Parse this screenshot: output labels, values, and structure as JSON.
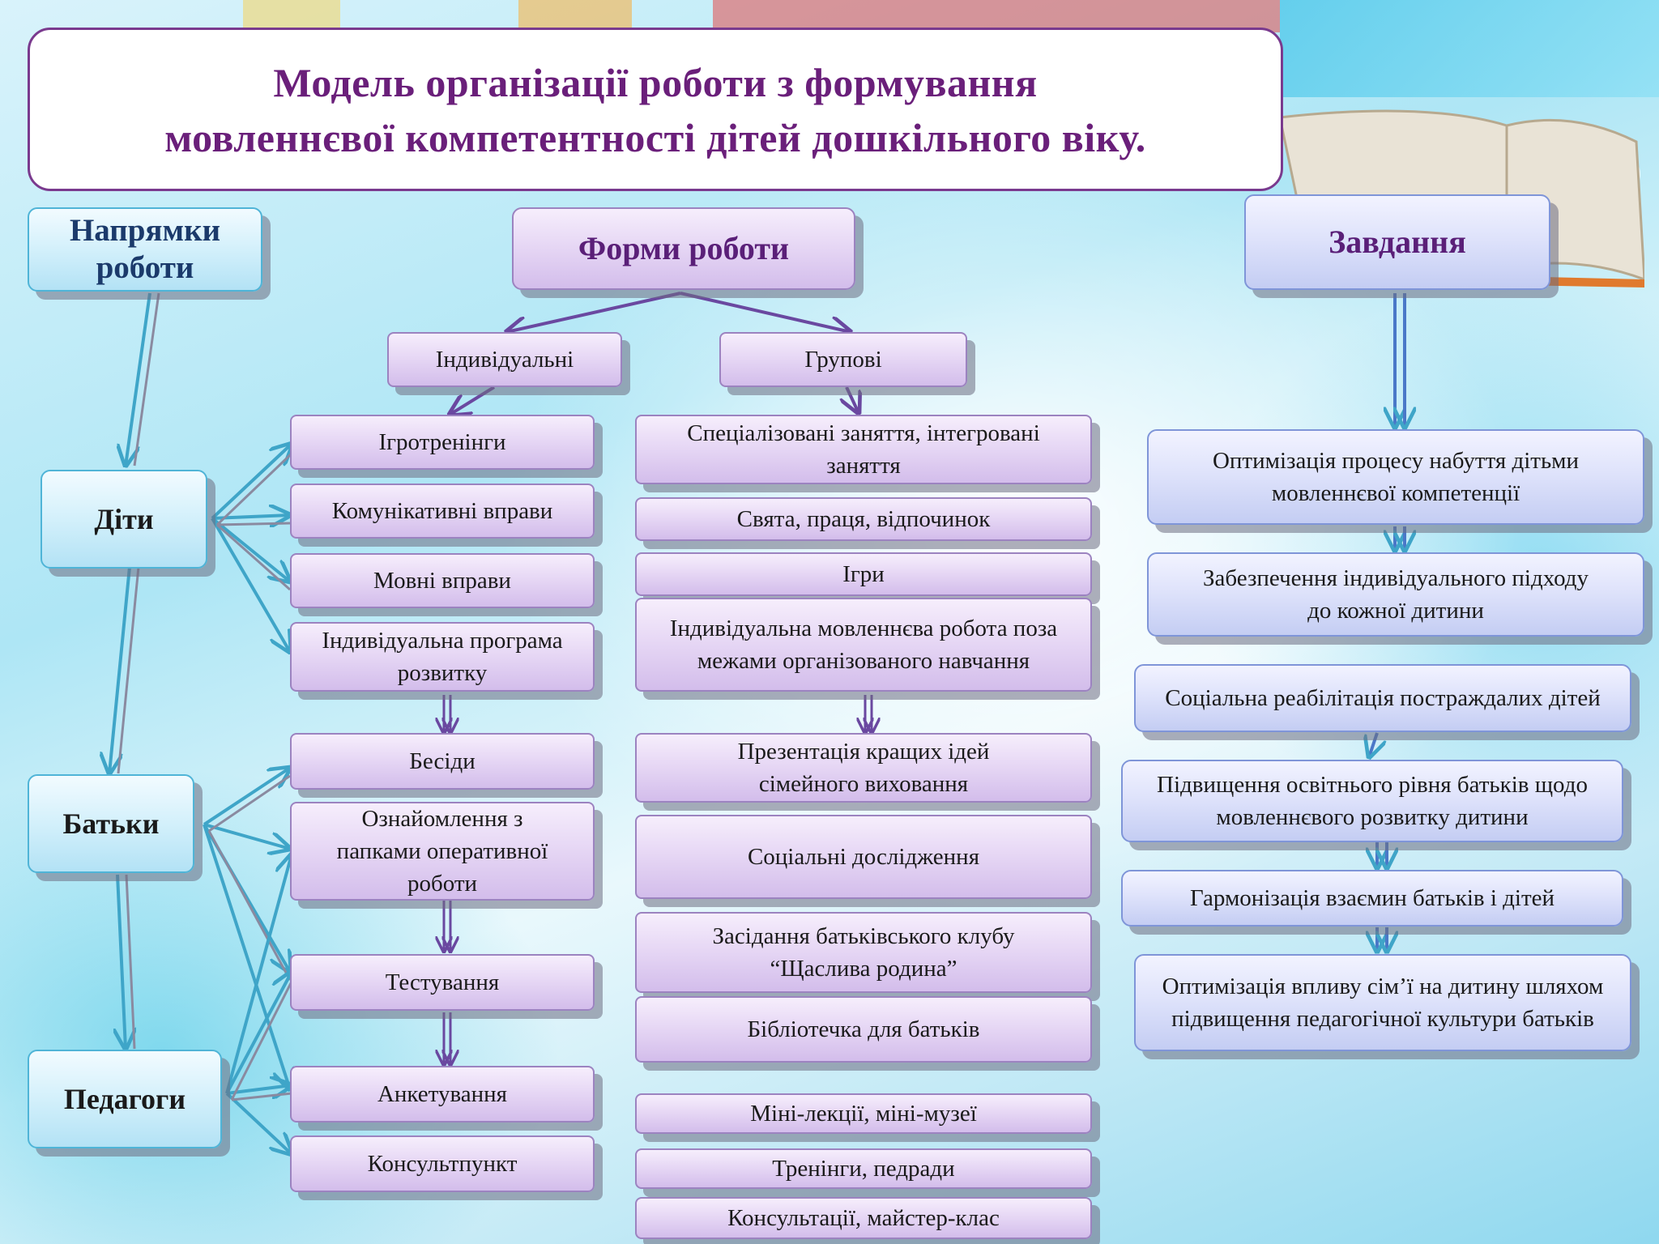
{
  "title": {
    "line1": "Модель організації роботи з формування",
    "line2": "мовленнєвої компетентності дітей дошкільного віку."
  },
  "headers": {
    "directions": "Напрямки роботи",
    "forms": "Форми роботи",
    "tasks": "Завдання"
  },
  "directions": {
    "children": "Діти",
    "parents": "Батьки",
    "teachers": "Педагоги"
  },
  "form_types": {
    "individual": "Індивідуальні",
    "group": "Групові"
  },
  "individual_forms": [
    "Ігротренінги",
    "Комунікативні вправи",
    "Мовні вправи",
    "Індивідуальна програма розвитку",
    "Бесіди",
    "Ознайомлення з папками оперативної роботи",
    "Тестування",
    "Анкетування",
    "Консультпункт"
  ],
  "group_forms": [
    "Спеціалізовані заняття, інтегровані заняття",
    "Свята, праця, відпочинок",
    "Ігри",
    "Індивідуальна мовленнєва робота поза межами організованого навчання",
    "Презентація кращих ідей сімейного виховання",
    "Соціальні дослідження",
    "Засідання батьківського клубу “Щаслива родина”",
    "Бібліотечка для батьків",
    "Міні-лекції, міні-музеї",
    "Тренінги, педради",
    "Консультації, майстер-клас"
  ],
  "tasks": [
    "Оптимізація процесу набуття дітьми мовленнєвої компетенції",
    "Забезпечення індивідуального підходу до кожної дитини",
    "Соціальна реабілітація постраждалих дітей",
    "Підвищення освітнього рівня батьків щодо мовленнєвого розвитку дитини",
    "Гармонізація взаємин батьків і дітей",
    "Оптимізація впливу сім’ї на дитину шляхом підвищення педагогічної культури батьків"
  ],
  "colors": {
    "title_text": "#6a1f7a",
    "purple_box": "#d3bdeb",
    "blue_box": "#b3e2f5",
    "task_box": "#c4cdf3",
    "connector_blue": "#3fa5c8",
    "connector_purple": "#6a48a0"
  }
}
